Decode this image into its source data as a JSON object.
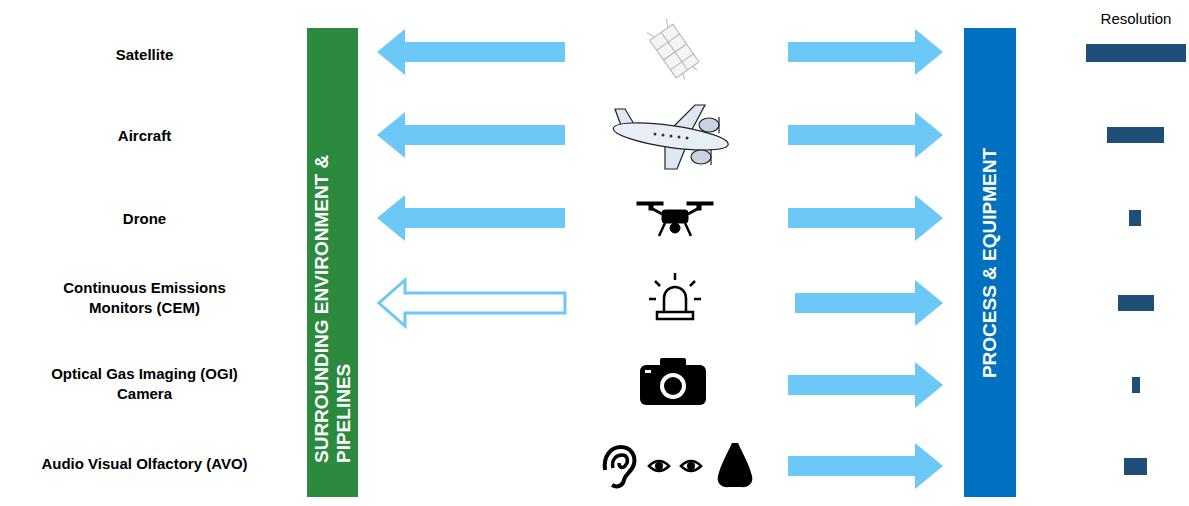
{
  "diagram": {
    "nodes": [
      {
        "text": [
          "SURROUNDING ENVIRONMENT & PIPELINES"
        ]
      },
      {
        "text": [
          "PROCESS & EQUIPMENT"
        ]
      }
    ],
    "labels": [
      "Resolution",
      "Satellite",
      "Aircraft",
      "Drone",
      "Continuous Emissions Monitors (CEM)",
      "Optical Gas Imaging (OGI) Camera",
      "Audio Visual Olfactory (AVO)"
    ]
  }
}
